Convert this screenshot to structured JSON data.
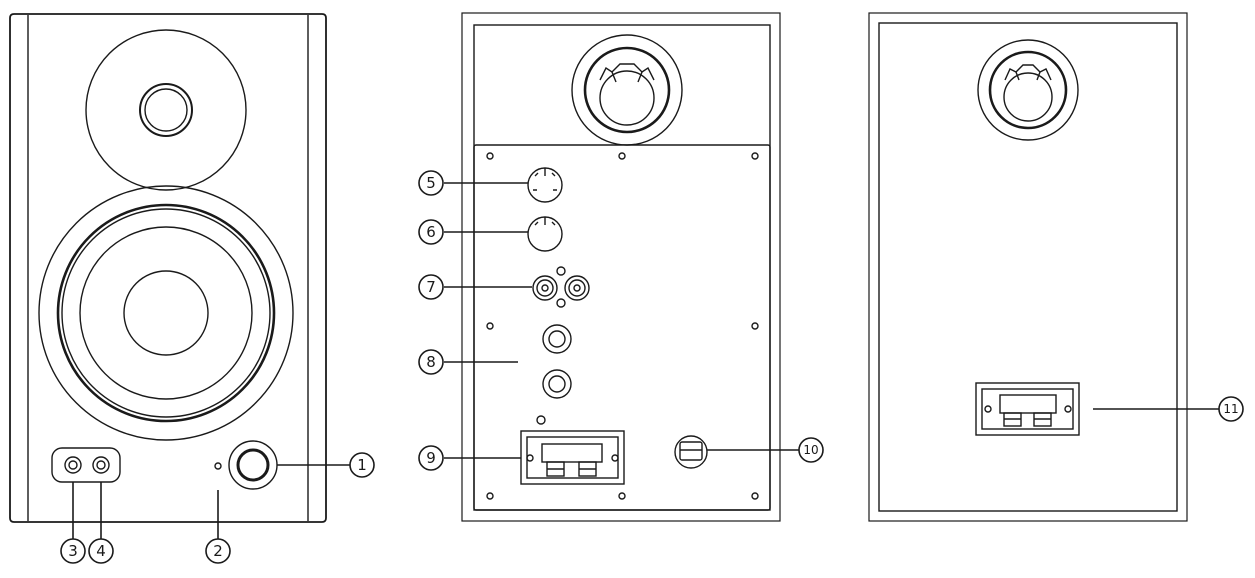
{
  "diagram": {
    "line_color": "#1a1a1a",
    "callouts": [
      {
        "id": "1",
        "label": "1"
      },
      {
        "id": "2",
        "label": "2"
      },
      {
        "id": "3",
        "label": "3"
      },
      {
        "id": "4",
        "label": "4"
      },
      {
        "id": "5",
        "label": "5"
      },
      {
        "id": "6",
        "label": "6"
      },
      {
        "id": "7",
        "label": "7"
      },
      {
        "id": "8",
        "label": "8"
      },
      {
        "id": "9",
        "label": "9"
      },
      {
        "id": "10",
        "label": "10"
      },
      {
        "id": "11",
        "label": "11"
      }
    ]
  }
}
